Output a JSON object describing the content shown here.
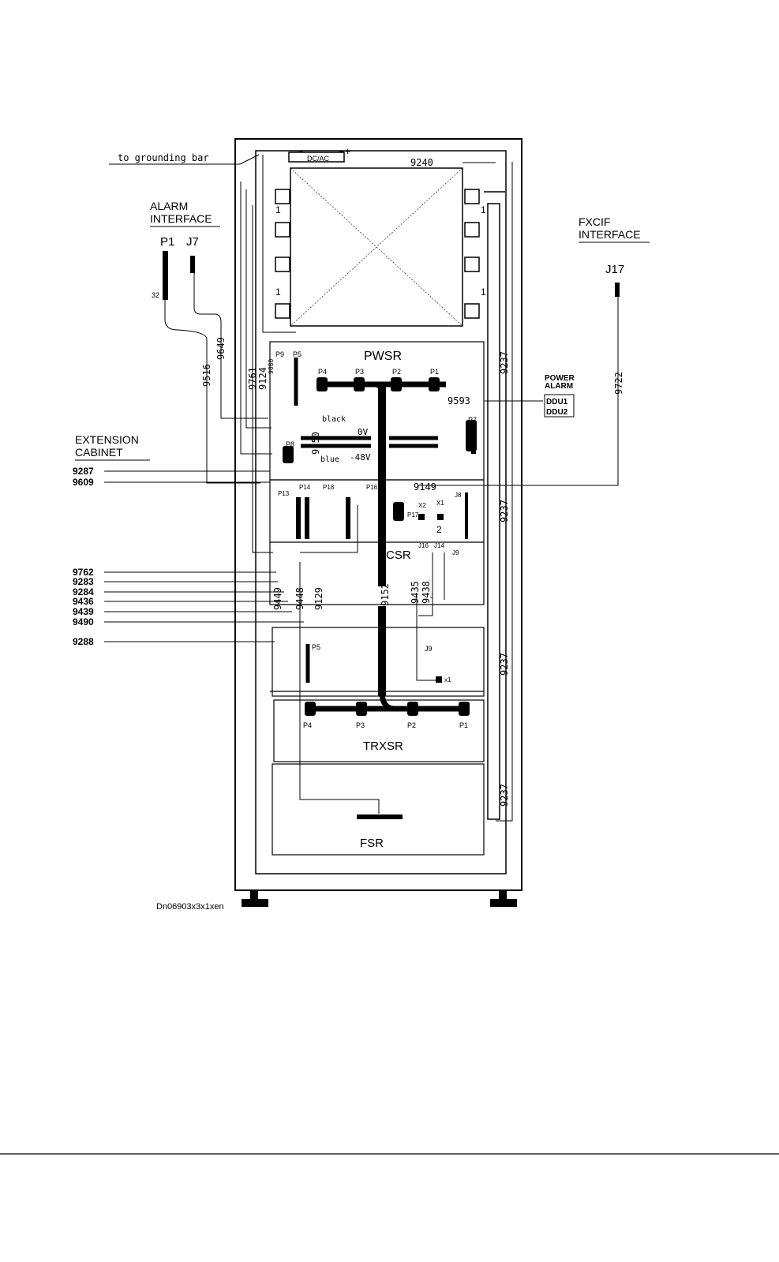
{
  "diagram": {
    "grounding_label": "to grounding bar",
    "dcac_label": "DC/AC",
    "power_symbols": {
      "ac": "~",
      "minus": "−",
      "plus": "+"
    },
    "alarm_interface": {
      "title_line1": "ALARM",
      "title_line2": "INTERFACE",
      "p1": "P1",
      "j7": "J7",
      "pin32": "32"
    },
    "fxcif_interface": {
      "title_line1": "FXCIF",
      "title_line2": "INTERFACE",
      "j17": "J17"
    },
    "power_alarm": {
      "line1": "POWER",
      "line2": "ALARM",
      "ddu1": "DDU1",
      "ddu2": "DDU2"
    },
    "extension_cabinet": {
      "line1": "EXTENSION",
      "line2": "CABINET"
    },
    "subracks": {
      "pwsr": "PWSR",
      "csr": "CSR",
      "trxsr": "TRXSR",
      "fsr": "FSR"
    },
    "pwsr_connectors": {
      "p1": "P1",
      "p2": "P2",
      "p3": "P3",
      "p4": "P4",
      "p5": "P5",
      "p7": "P7",
      "p8": "P8",
      "p9": "P9"
    },
    "csr_connectors": {
      "p13": "P13",
      "p14": "P14",
      "p16": "P16",
      "p17": "P17",
      "p18": "P18",
      "j8": "J8",
      "j9": "J9",
      "j14": "J14",
      "j16": "J16",
      "x1": "X1",
      "x2": "X2",
      "j_small": "J"
    },
    "trxsr_connectors": {
      "p1": "P1",
      "p2": "P2",
      "p3": "P3",
      "p4": "P4",
      "p5": "P5",
      "j9": "J9",
      "x1": "x1"
    },
    "wires": {
      "black": "black",
      "blue": "blue",
      "zero_v": "0V",
      "minus48v": "-48V"
    },
    "footnote_refs": {
      "one": "1",
      "two": "2"
    },
    "cable_numbers": {
      "c9240": "9240",
      "c9237": "9237",
      "c9593": "9593",
      "c9722": "9722",
      "c9149": "9149",
      "c9150": "9150",
      "c9152": "9152",
      "c9761": "9761",
      "c9124": "9124",
      "c9080": "9080",
      "c9649": "9649",
      "c9516": "9516",
      "c9287": "9287",
      "c9609": "9609",
      "c9762": "9762",
      "c9283": "9283",
      "c9284": "9284",
      "c9436": "9436",
      "c9439": "9439",
      "c9490": "9490",
      "c9288": "9288",
      "c9449": "9449",
      "c9448": "9448",
      "c9129": "9129",
      "c9435": "9435",
      "c9438": "9438"
    },
    "figure_code": "Dn06903x3x1xen"
  }
}
